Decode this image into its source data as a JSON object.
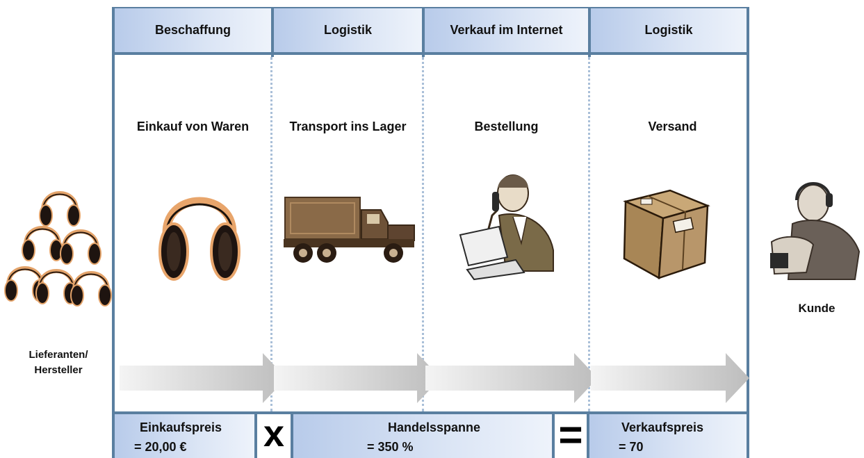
{
  "header": {
    "col1": "Beschaffung",
    "col2": "Logistik",
    "col3": "Verkauf im Internet",
    "col4": "Logistik"
  },
  "steps": {
    "s1": "Einkauf von Waren",
    "s2": "Transport ins Lager",
    "s3": "Bestellung",
    "s4": "Versand"
  },
  "left_label_line1": "Lieferanten/",
  "left_label_line2": "Hersteller",
  "right_label": "Kunde",
  "footer": {
    "einkauf_title": "Einkaufspreis",
    "einkauf_value": "= 20,00 €",
    "times_symbol": "x",
    "handel_title": "Handelsspanne",
    "handel_value": "= 350 %",
    "equals_symbol": "=",
    "verkauf_title": "Verkaufspreis",
    "verkauf_value": "= 70"
  },
  "colors": {
    "border": "#5a7fa0",
    "header_fill": "#b8cbea",
    "arrow": "#c4c4c4",
    "dotted": "#a9bfd8"
  },
  "icons": [
    "headphones-pile-icon",
    "headphones-icon",
    "truck-icon",
    "businessman-phone-icon",
    "parcel-icon",
    "customer-headphones-icon",
    "arrow-right-icon"
  ]
}
